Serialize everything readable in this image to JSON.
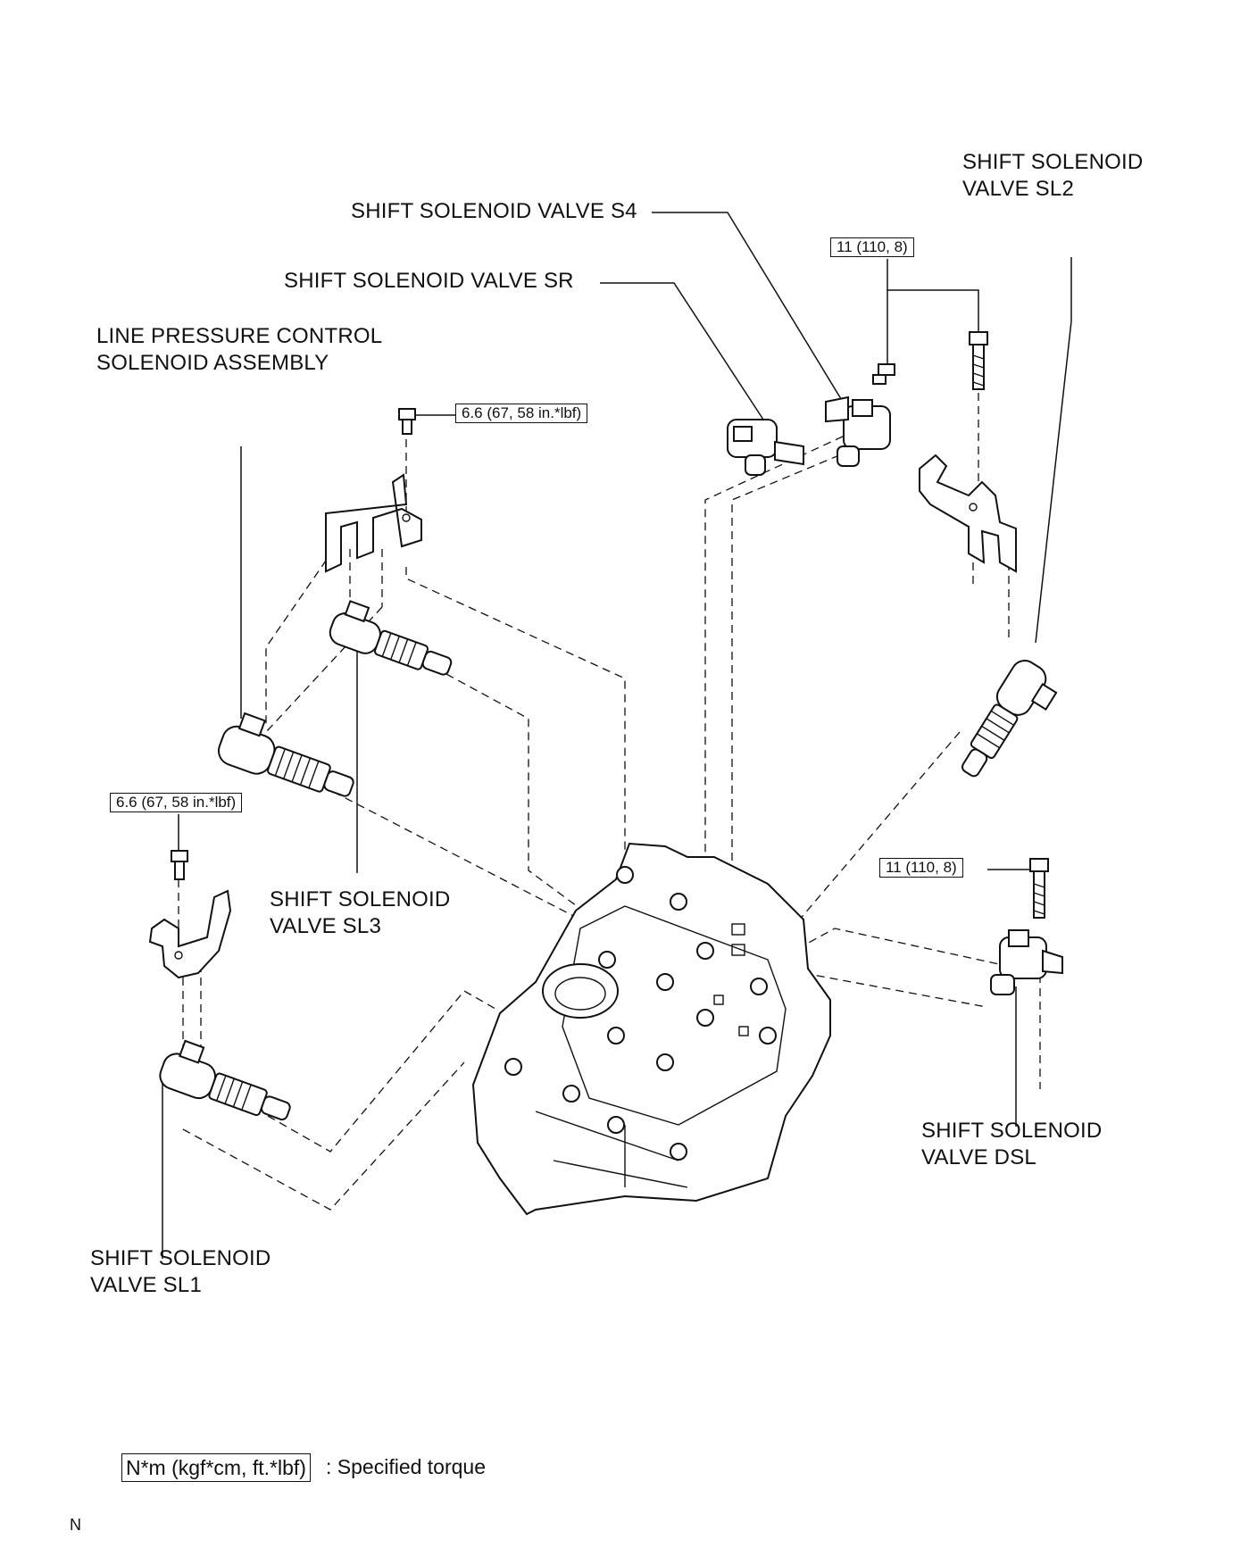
{
  "labels": {
    "s4": "SHIFT SOLENOID VALVE S4",
    "sr": "SHIFT SOLENOID VALVE SR",
    "sl2_line1": "SHIFT SOLENOID",
    "sl2_line2": "VALVE SL2",
    "line_pressure_line1": "LINE PRESSURE CONTROL",
    "line_pressure_line2": "SOLENOID ASSEMBLY",
    "sl3_line1": "SHIFT SOLENOID",
    "sl3_line2": "VALVE SL3",
    "sl1_line1": "SHIFT SOLENOID",
    "sl1_line2": "VALVE SL1",
    "dsl_line1": "SHIFT SOLENOID",
    "dsl_line2": "VALVE DSL"
  },
  "torque": {
    "top_bracket": "11 (110, 8)",
    "left_upper": "6.6 (67, 58 in.*lbf)",
    "left_lower": "6.6 (67, 58 in.*lbf)",
    "right_dsl": "11 (110, 8)"
  },
  "legend": {
    "unit_box": "N*m (kgf*cm, ft.*lbf)",
    "description": ": Specified torque"
  },
  "code": "N"
}
